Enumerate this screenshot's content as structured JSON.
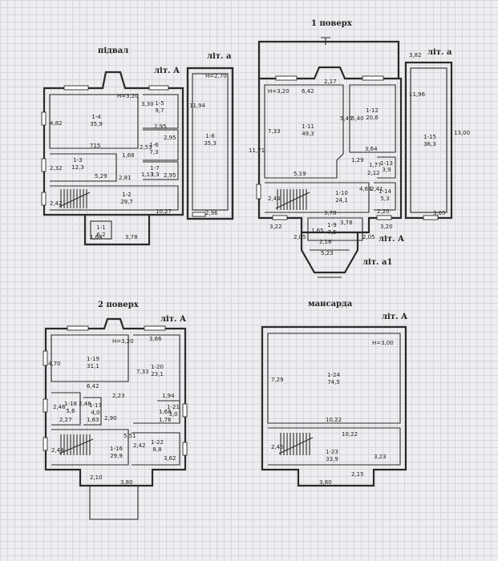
{
  "titles": {
    "basement": "підвал",
    "floor1": "1 поверх",
    "floor2": "2 поверх",
    "attic": "мансарда"
  },
  "letters": {
    "litA": "літ. А",
    "lita": "літ. а",
    "lita1": "літ. а1"
  },
  "heights": {
    "h320": "H=3,20",
    "h270": "H=2,70",
    "h300": "H=3,00"
  },
  "rooms": {
    "b14": [
      "1-4",
      "35,9"
    ],
    "b15": [
      "1-5",
      "9,7"
    ],
    "b16": [
      "1-6",
      "7,3"
    ],
    "b17": [
      "1-7",
      "3,3"
    ],
    "b18": [
      "1-8",
      "35,3"
    ],
    "b13": [
      "1-3",
      "12,3"
    ],
    "b12": [
      "1-2",
      "29,7"
    ],
    "b11": [
      "1-1",
      "6,2"
    ],
    "f111": [
      "1-11",
      "49,3"
    ],
    "f112": [
      "1-12",
      "20,6"
    ],
    "f113": [
      "1-13",
      "3,9"
    ],
    "f114": [
      "1-14",
      "5,3"
    ],
    "f115": [
      "1-15",
      "36,3"
    ],
    "f110": [
      "1-10",
      "24,1"
    ],
    "f19": [
      "1-9",
      "7,5"
    ],
    "s119": [
      "1-19",
      "31,1"
    ],
    "s120": [
      "1-20",
      "23,1"
    ],
    "s118": [
      "1-18",
      "5,6"
    ],
    "s117": [
      "1-17",
      "4,0"
    ],
    "s121": [
      "1-21",
      "3,0"
    ],
    "s116": [
      "1-16",
      "29,9"
    ],
    "s122": [
      "1-22",
      "8,8"
    ],
    "a124": [
      "1-24",
      "74,5"
    ],
    "a123": [
      "1-23",
      "33,9"
    ]
  },
  "dims": {
    "b1": "3,30",
    "b2": "4,82",
    "b3": "11,94",
    "b4": "2,95",
    "b5": "715",
    "b6": "1,68",
    "b7": "2,53",
    "b8": "2,95",
    "b9": "2,32",
    "b10": "5,29",
    "b11": "2,81",
    "b12": "1,13",
    "b13": "2,95",
    "b14": "2,42",
    "b15": "10,27",
    "b16": "2,96",
    "b17": "1,64",
    "b18": "3,78",
    "f1": "3,82",
    "f2": "2,17",
    "f3": "6,42",
    "f4": "11,96",
    "f5": "13,00",
    "f6": "5,45",
    "f7": "5,40",
    "f8": "7,33",
    "f9": "11,71",
    "f10": "3,64",
    "f11": "1,29",
    "f12": "1,77",
    "f13": "2,12",
    "f14": "5,19",
    "f15": "2,41",
    "f16": "4,64",
    "f17": "2,44",
    "f18": "3,78",
    "f19": "2,20",
    "f20": "3,05",
    "f21": "3,22",
    "f22": "3,78",
    "f23": "3,20",
    "f24": "2,05",
    "f25": "1,65",
    "f26": "2,05",
    "f27": "2,16",
    "f28": "5,23",
    "s1": "3,66",
    "s2": "4,70",
    "s3": "7,33",
    "s4": "6,42",
    "s5": "2,46",
    "s6": "2,46",
    "s7": "2,23",
    "s8": "1,94",
    "s9": "2,27",
    "s10": "1,63",
    "s11": "2,90",
    "s12": "1,68",
    "s13": "1,76",
    "s14": "5,51",
    "s15": "2,44",
    "s16": "2,42",
    "s17": "3,62",
    "s18": "2,10",
    "s19": "3,80",
    "a1": "7,29",
    "a2": "10,22",
    "a3": "10,22",
    "a4": "2,45",
    "a5": "3,23",
    "a6": "2,15",
    "a7": "3,80"
  }
}
